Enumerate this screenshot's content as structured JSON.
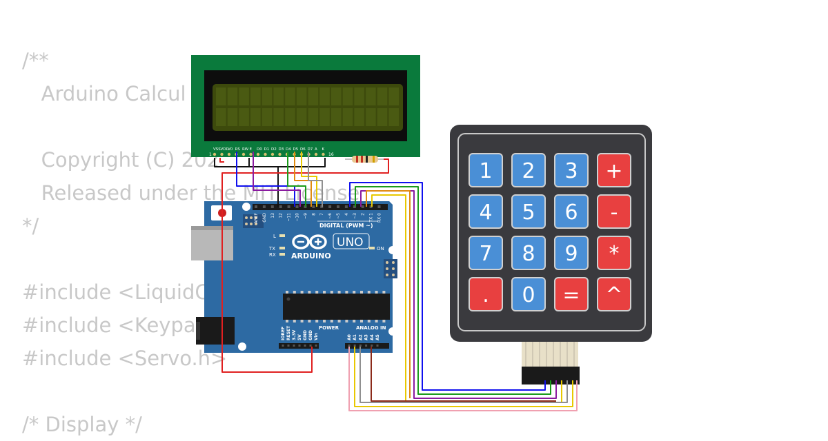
{
  "code_lines": [
    "/**",
    "   Arduino Calcul",
    "",
    "   Copyright (C) 202",
    "   Released under the MIT License",
    "*/",
    "",
    "#include <LiquidC",
    "#include <Keypa",
    "#include <Servo.h>",
    "",
    "/* Display */"
  ],
  "lcd": {
    "pin_labels": [
      "VSS",
      "VDD",
      "V0",
      "RS",
      "RW",
      "E",
      "D0",
      "D1",
      "D2",
      "D3",
      "D4",
      "D5",
      "D6",
      "D7",
      "A",
      "K"
    ],
    "pin_first": "1",
    "pin_last": "16"
  },
  "arduino": {
    "brand": "ARDUINO",
    "model": "UNO",
    "digital_header_label": "DIGITAL (PWM ~)",
    "digital_pins": [
      "AREF",
      "GND",
      "13",
      "12",
      "~11",
      "~10",
      "~9",
      "8",
      "7",
      "~6",
      "~5",
      "4",
      "~3",
      "2",
      "TX 1",
      "RX 0"
    ],
    "power_header_label": "POWER",
    "power_pins": [
      "IOREF",
      "RESET",
      "3.3V",
      "5V",
      "GND",
      "GND",
      "Vin"
    ],
    "analog_header_label": "ANALOG IN",
    "analog_pins": [
      "A0",
      "A1",
      "A2",
      "A3",
      "A4",
      "A5"
    ],
    "led_l": "L",
    "led_tx": "TX",
    "led_rx": "RX",
    "led_on": "ON"
  },
  "keypad": {
    "keys": [
      [
        "1",
        "2",
        "3",
        "+"
      ],
      [
        "4",
        "5",
        "6",
        "-"
      ],
      [
        "7",
        "8",
        "9",
        "*"
      ],
      [
        ".",
        "0",
        "=",
        "^"
      ]
    ],
    "key_colors": [
      [
        "blue",
        "blue",
        "blue",
        "red"
      ],
      [
        "blue",
        "blue",
        "blue",
        "red"
      ],
      [
        "blue",
        "blue",
        "blue",
        "red"
      ],
      [
        "red",
        "blue",
        "red",
        "red"
      ]
    ]
  },
  "colors": {
    "code_text": "#c8c8c8",
    "lcd_pcb": "#0a7a3c",
    "lcd_screen": "#3d4a0c",
    "arduino_board": "#2d6aa3",
    "keypad_body": "#3a3a3e",
    "key_blue": "#4a8fd6",
    "key_red": "#e84040",
    "wire_red": "#e02020",
    "wire_black": "#111111",
    "wire_blue": "#1010ee",
    "wire_purple": "#8a1aa0",
    "wire_green": "#1a9a1a",
    "wire_orange": "#e08a10",
    "wire_yellow": "#e8c800",
    "wire_gray": "#909090",
    "wire_brown": "#8b2a1a",
    "wire_pink": "#f0a0b0"
  }
}
